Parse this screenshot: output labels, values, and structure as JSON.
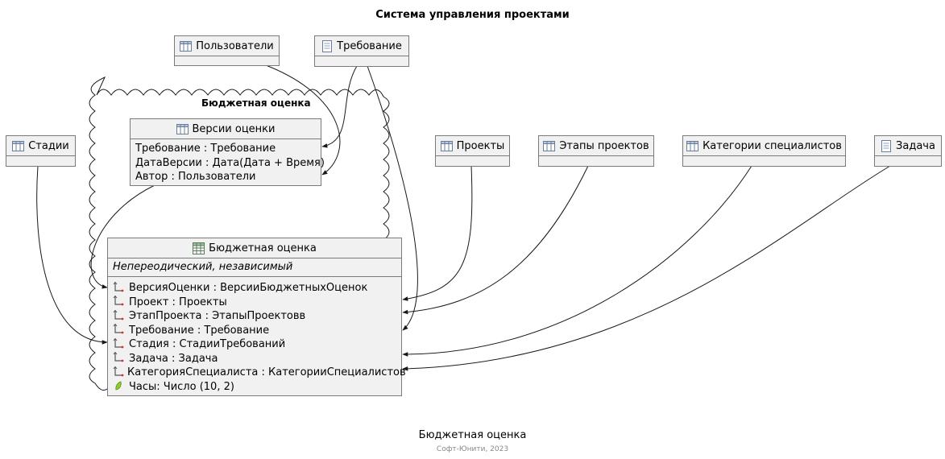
{
  "title": "Система управления проектами",
  "package": {
    "label": "Бюджетная оценка"
  },
  "entities": {
    "users": {
      "name": "Пользователи",
      "icon": "table-icon"
    },
    "requirement": {
      "name": "Требование",
      "icon": "document-icon"
    },
    "stages": {
      "name": "Стадии",
      "icon": "table-icon"
    },
    "projects": {
      "name": "Проекты",
      "icon": "table-icon"
    },
    "project_stages": {
      "name": "Этапы проектов",
      "icon": "table-icon"
    },
    "specialist_categories": {
      "name": "Категории специалистов",
      "icon": "table-icon"
    },
    "task": {
      "name": "Задача",
      "icon": "document-icon"
    },
    "estimate_versions": {
      "name": "Версии оценки",
      "icon": "table-icon",
      "attributes": [
        "Требование : Требование",
        "ДатаВерсии : Дата(Дата + Время)",
        "Автор : Пользователи"
      ]
    },
    "budget_estimate": {
      "name": "Бюджетная оценка",
      "icon": "register-icon",
      "stereotype": "Непереодический, независимый",
      "attributes": [
        {
          "text": "ВерсияОценки : ВерсииБюджетныхОценок",
          "icon": "dimension-icon"
        },
        {
          "text": "Проект : Проекты",
          "icon": "dimension-icon"
        },
        {
          "text": "ЭтапПроекта : ЭтапыПроектовв",
          "icon": "dimension-icon"
        },
        {
          "text": "Требование : Требование",
          "icon": "dimension-icon"
        },
        {
          "text": "Стадия : СтадииТребований",
          "icon": "dimension-icon"
        },
        {
          "text": "Задача : Задача",
          "icon": "dimension-icon"
        },
        {
          "text": "КатегорияСпециалиста : КатегорииСпециалистов",
          "icon": "dimension-icon"
        },
        {
          "text": "Часы: Число (10, 2)",
          "icon": "resource-icon"
        }
      ]
    }
  },
  "caption": "Бюджетная оценка",
  "footer": "Софт-Юнити, 2023"
}
